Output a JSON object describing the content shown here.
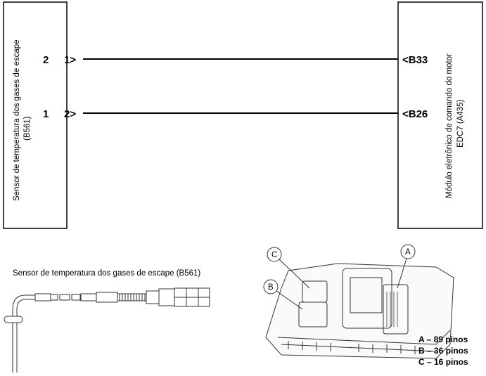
{
  "sensor_box": {
    "title": "Sensor de temperatura dos gases de escape",
    "code": "(B561)"
  },
  "module_box": {
    "title": "Módulo eletrônico de comando do motor",
    "code": "EDC7 (A435)"
  },
  "wires": [
    {
      "sensor_pin": "2",
      "sensor_connector": "1>",
      "module_pin": "<B33"
    },
    {
      "sensor_pin": "1",
      "sensor_connector": "2>",
      "module_pin": "<B26"
    }
  ],
  "sensor_illustration": {
    "caption": "Sensor de temperatura dos gases de escape (B561)"
  },
  "module_illustration": {
    "callouts": [
      "A",
      "B",
      "C"
    ],
    "legend": [
      "A – 89 pinos",
      "B – 36 pinos",
      "C – 16 pinos"
    ]
  }
}
